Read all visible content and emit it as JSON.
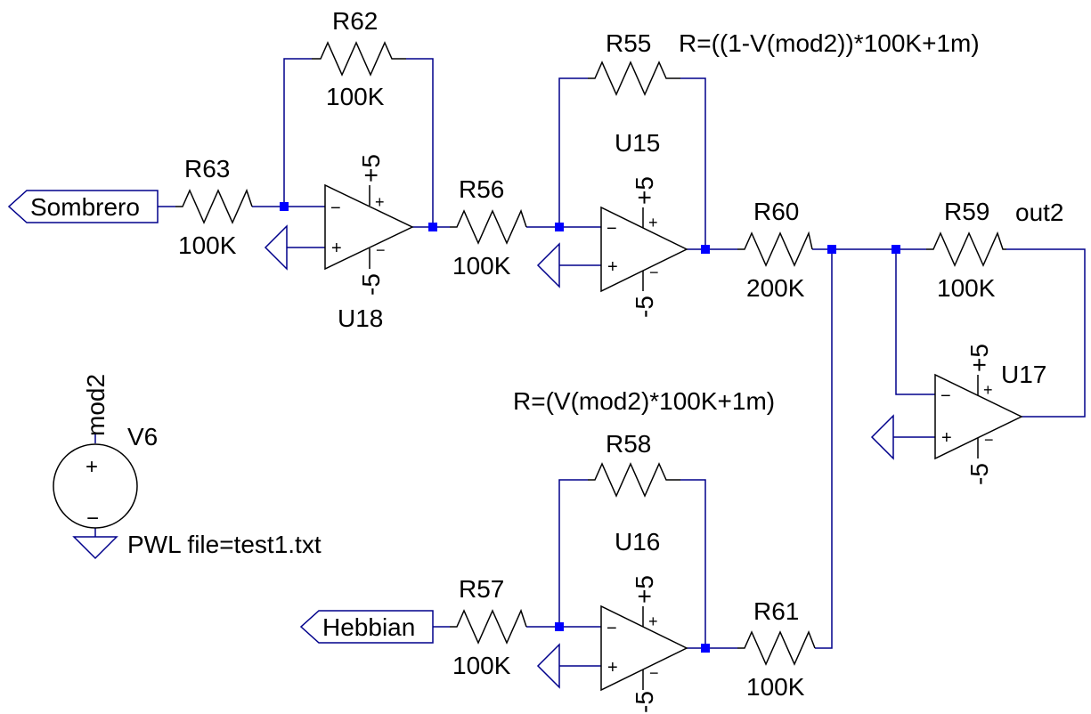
{
  "schematic": {
    "colors": {
      "wire": "#00008b",
      "component": "#000000",
      "junction": "#0000ff",
      "background": "#ffffff"
    },
    "ports": {
      "sombrero": "Sombrero",
      "hebbian": "Hebbian"
    },
    "resistors": {
      "r62": {
        "ref": "R62",
        "value": "100K"
      },
      "r63": {
        "ref": "R63",
        "value": "100K"
      },
      "r55": {
        "ref": "R55",
        "value": "R=((1-V(mod2))*100K+1m)"
      },
      "r56": {
        "ref": "R56",
        "value": "100K"
      },
      "r60": {
        "ref": "R60",
        "value": "200K"
      },
      "r59": {
        "ref": "R59",
        "value": "100K"
      },
      "r58": {
        "ref": "R58",
        "value": "R=(V(mod2)*100K+1m)"
      },
      "r57": {
        "ref": "R57",
        "value": "100K"
      },
      "r61": {
        "ref": "R61",
        "value": "100K"
      }
    },
    "opamps": {
      "u18": {
        "ref": "U18",
        "supply_pos": "+5",
        "supply_neg": "-5",
        "in_minus": "−",
        "in_plus": "+"
      },
      "u15": {
        "ref": "U15",
        "supply_pos": "+5",
        "supply_neg": "-5",
        "in_minus": "−",
        "in_plus": "+"
      },
      "u16": {
        "ref": "U16",
        "supply_pos": "+5",
        "supply_neg": "-5",
        "in_minus": "−",
        "in_plus": "+"
      },
      "u17": {
        "ref": "U17",
        "supply_pos": "+5",
        "supply_neg": "-5",
        "in_minus": "−",
        "in_plus": "+"
      }
    },
    "source": {
      "ref": "V6",
      "net": "mod2",
      "spec": "PWL file=test1.txt",
      "pos": "+",
      "neg": "−"
    },
    "net_labels": {
      "out2": "out2"
    }
  }
}
